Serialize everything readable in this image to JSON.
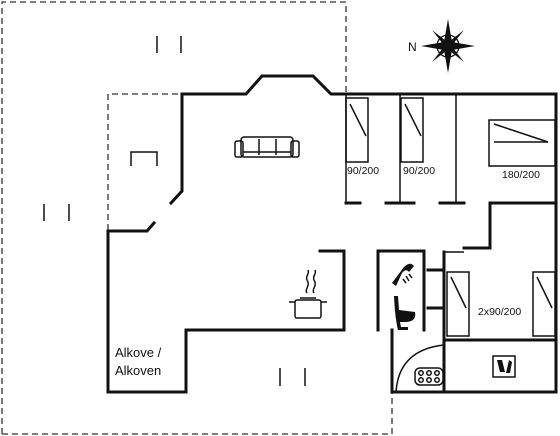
{
  "compass": {
    "north_label": "N"
  },
  "rooms": {
    "bed1_size": "90/200",
    "bed2_size": "90/200",
    "bed3_size": "180/200",
    "bed4_size": "2x90/200",
    "alcove_line1": "Alkove /",
    "alcove_line2": "Alkoven"
  }
}
